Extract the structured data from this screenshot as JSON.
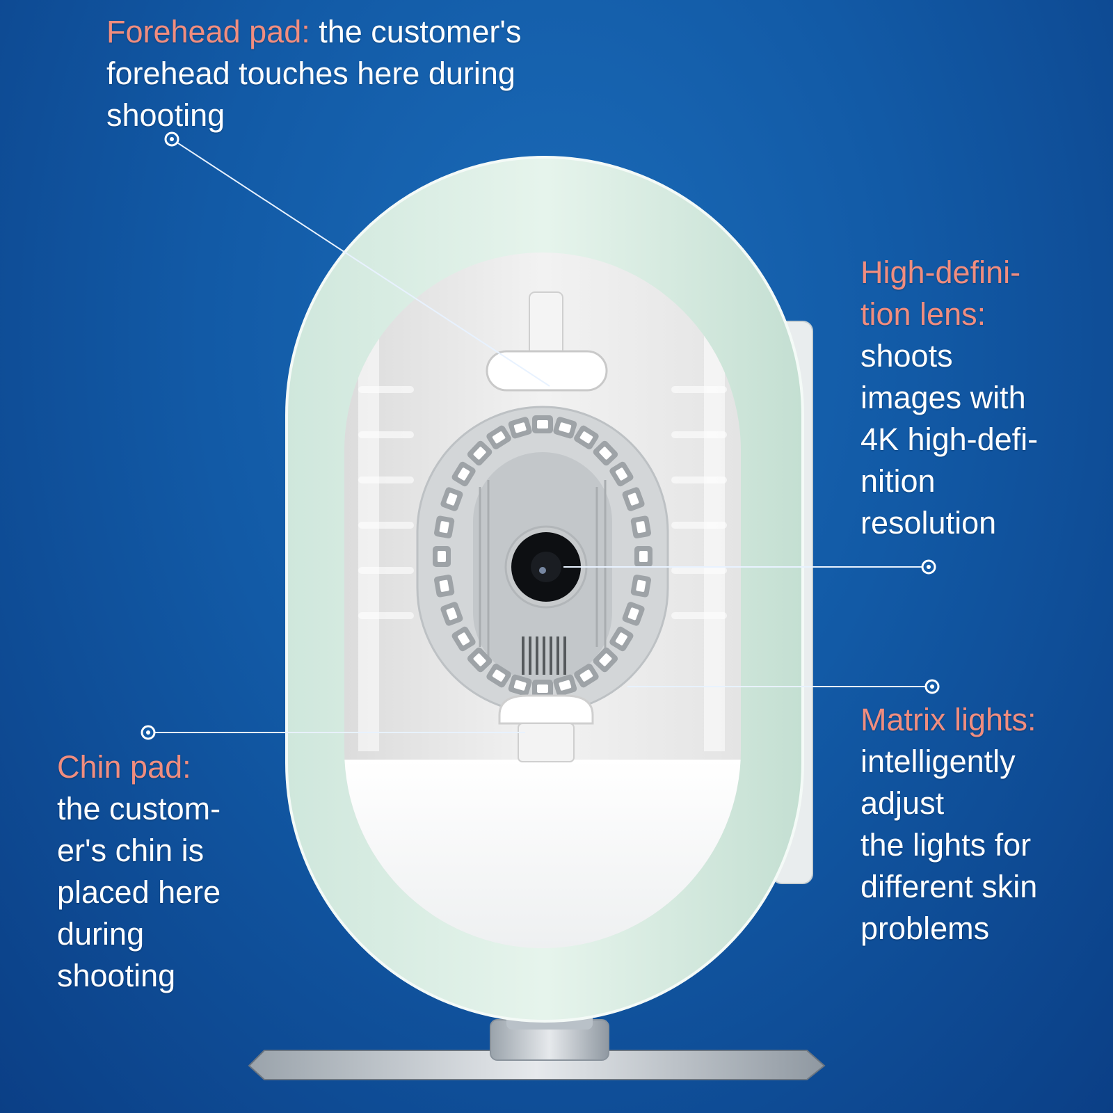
{
  "colors": {
    "background": "#125aa6",
    "title_accent": "#f08d7f",
    "body_text": "#ffffff",
    "device_shell": "#d6ece2",
    "leader_line": "#e8f2ff"
  },
  "callouts": {
    "forehead": {
      "title": "Forehead pad:",
      "first_line_rest": " the customer's",
      "lines": [
        "forehead touches here during",
        "shooting"
      ]
    },
    "lens": {
      "title_lines": [
        "High-defini-",
        "tion lens:"
      ],
      "lines": [
        "shoots",
        "images with",
        "4K high-defi-",
        "nition",
        "resolution"
      ]
    },
    "matrix": {
      "title": "Matrix lights:",
      "lines": [
        "intelligently",
        "adjust",
        "the lights for",
        "different skin",
        "problems"
      ]
    },
    "chin": {
      "title": "Chin pad:",
      "lines": [
        "the custom-",
        "er's chin is",
        "placed here",
        "during",
        "shooting"
      ]
    }
  }
}
